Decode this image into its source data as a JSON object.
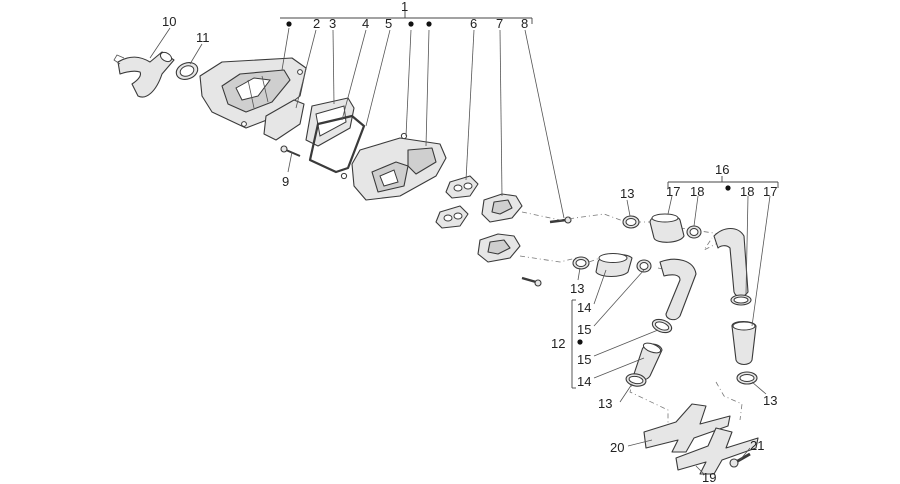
{
  "callouts": {
    "c1": "1",
    "c2": "2",
    "c3": "3",
    "c4": "4",
    "c5": "5",
    "c6": "6",
    "c7": "7",
    "c8": "8",
    "c9": "9",
    "c10": "10",
    "c11": "11",
    "c12": "12",
    "c13a": "13",
    "c13b": "13",
    "c13c": "13",
    "c13d": "13",
    "c14a": "14",
    "c14b": "14",
    "c15a": "15",
    "c15b": "15",
    "c16": "16",
    "c17a": "17",
    "c17b": "17",
    "c18a": "18",
    "c18b": "18",
    "c19": "19",
    "c20": "20",
    "c21": "21"
  },
  "colors": {
    "line": "#3a3a3a",
    "fill": "#e6e6e6",
    "text": "#222222"
  }
}
